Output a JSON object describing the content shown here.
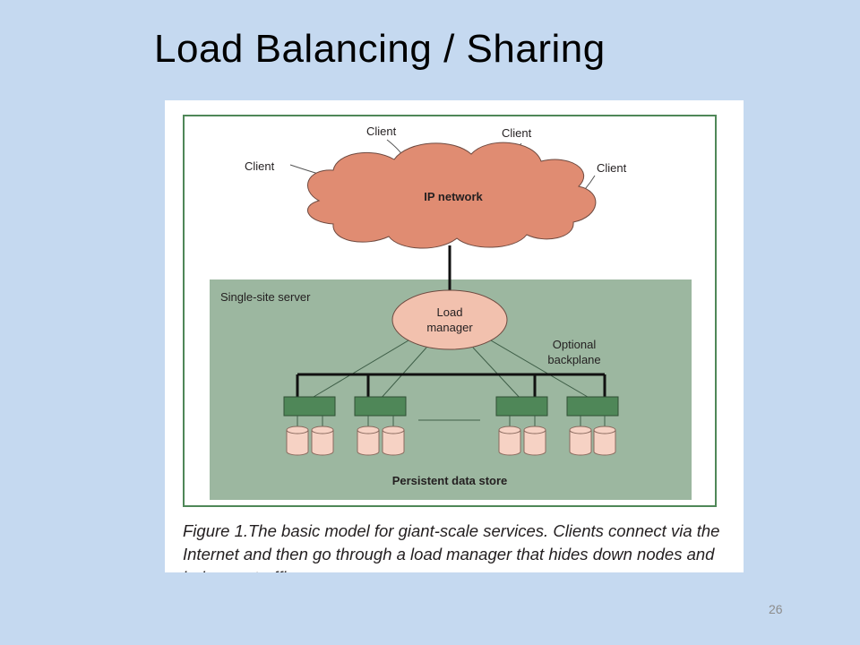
{
  "slide": {
    "title": "Load Balancing / Sharing",
    "page_number": "26"
  },
  "figure": {
    "clients": [
      "Client",
      "Client",
      "Client",
      "Client"
    ],
    "network_label": "IP network",
    "server_label": "Single-site server",
    "load_manager_line1": "Load",
    "load_manager_line2": "manager",
    "backplane_line1": "Optional",
    "backplane_line2": "backplane",
    "data_store_label": "Persistent data store",
    "caption": "Figure 1.The basic model for giant-scale services. Clients connect via the Internet and then go through a load manager that hides down nodes and balances traffic.",
    "colors": {
      "cloud": "#e08c72",
      "server_area": "#9cb7a0",
      "load_manager": "#f2c1ae",
      "node": "#4f8758",
      "disk": "#f6d2c4"
    }
  }
}
